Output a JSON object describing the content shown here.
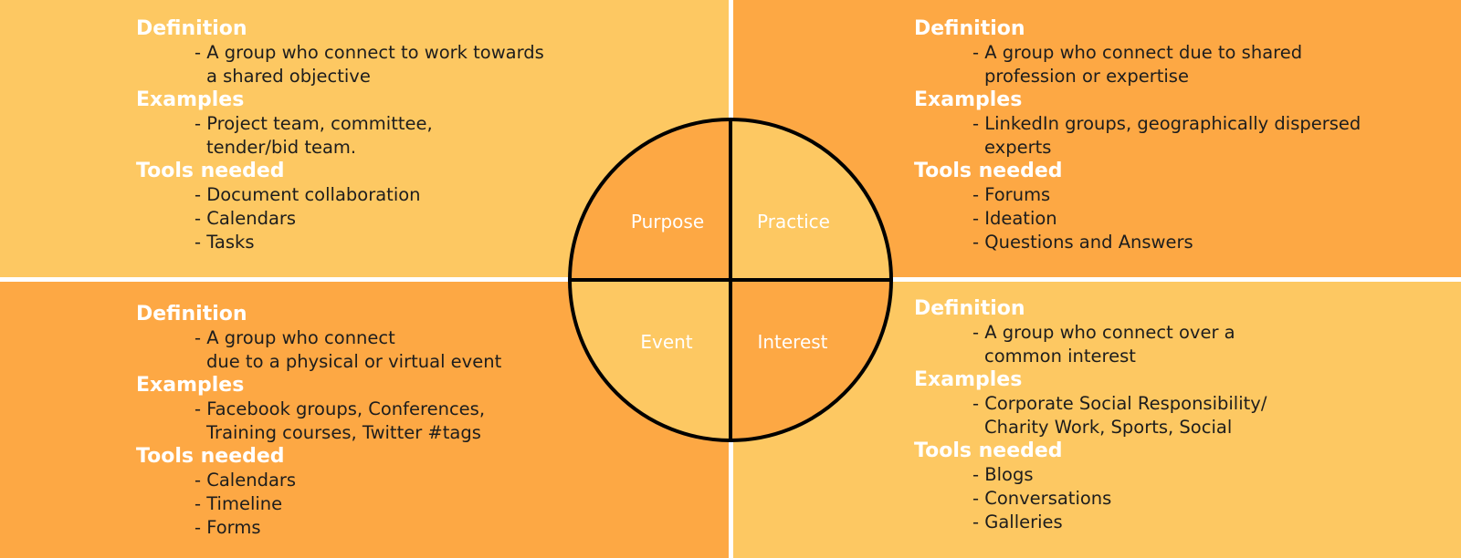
{
  "colors": {
    "light_orange": "#fdc862",
    "dark_orange": "#fda844",
    "divider": "#ffffff",
    "circle_stroke": "#000000"
  },
  "circle": {
    "segments": {
      "top_left": "Purpose",
      "top_right": "Practice",
      "bottom_left": "Event",
      "bottom_right": "Interest"
    }
  },
  "quadrants": {
    "top_left": {
      "definition_heading": "Definition",
      "definition": [
        "- A group who connect to work towards",
        "a shared objective"
      ],
      "examples_heading": "Examples",
      "examples": [
        "- Project team, committee,",
        "tender/bid team."
      ],
      "tools_heading": "Tools needed",
      "tools": [
        "- Document collaboration",
        "- Calendars",
        "- Tasks"
      ]
    },
    "top_right": {
      "definition_heading": "Definition",
      "definition": [
        "- A group who connect due to shared",
        "profession or expertise"
      ],
      "examples_heading": "Examples",
      "examples": [
        "- LinkedIn groups, geographically dispersed",
        "experts"
      ],
      "tools_heading": "Tools needed",
      "tools": [
        "- Forums",
        "- Ideation",
        "- Questions and Answers"
      ]
    },
    "bottom_left": {
      "definition_heading": "Definition",
      "definition": [
        "- A group who connect",
        "due to a physical or virtual event"
      ],
      "examples_heading": "Examples",
      "examples": [
        "- Facebook groups, Conferences,",
        "Training courses, Twitter #tags"
      ],
      "tools_heading": "Tools needed",
      "tools": [
        "- Calendars",
        "- Timeline",
        "- Forms"
      ]
    },
    "bottom_right": {
      "definition_heading": "Definition",
      "definition": [
        "- A group who connect over a",
        "common interest"
      ],
      "examples_heading": "Examples",
      "examples": [
        "- Corporate Social Responsibility/",
        "Charity Work, Sports, Social"
      ],
      "tools_heading": "Tools needed",
      "tools": [
        "- Blogs",
        "- Conversations",
        "- Galleries"
      ]
    }
  }
}
